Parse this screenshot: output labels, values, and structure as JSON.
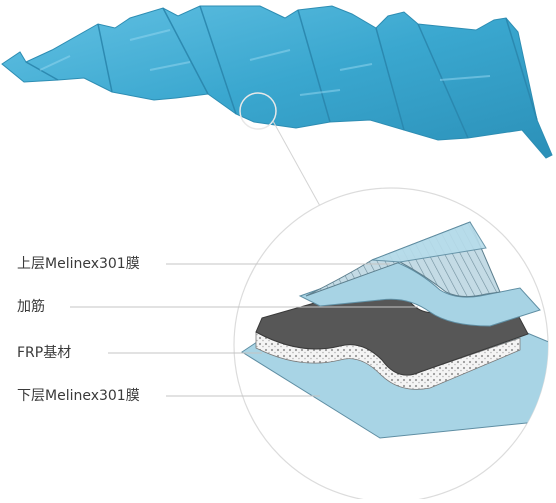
{
  "layers": [
    {
      "id": "top",
      "label": "上层Melinex301膜"
    },
    {
      "id": "rib",
      "label": "加筋"
    },
    {
      "id": "frp",
      "label": "FRP基材"
    },
    {
      "id": "bottom",
      "label": "下层Melinex301膜"
    }
  ],
  "colors": {
    "sheet": "#3ba6cc",
    "sheet_dark": "#2f8fb4",
    "sheet_light": "#7fcbe6",
    "film": "#a9d6e6",
    "frp": "#555555",
    "rib": "#c9dde6",
    "fiber": "#f2f2f2",
    "leader": "#b8b8b8",
    "circle": "#dcdcdc"
  }
}
